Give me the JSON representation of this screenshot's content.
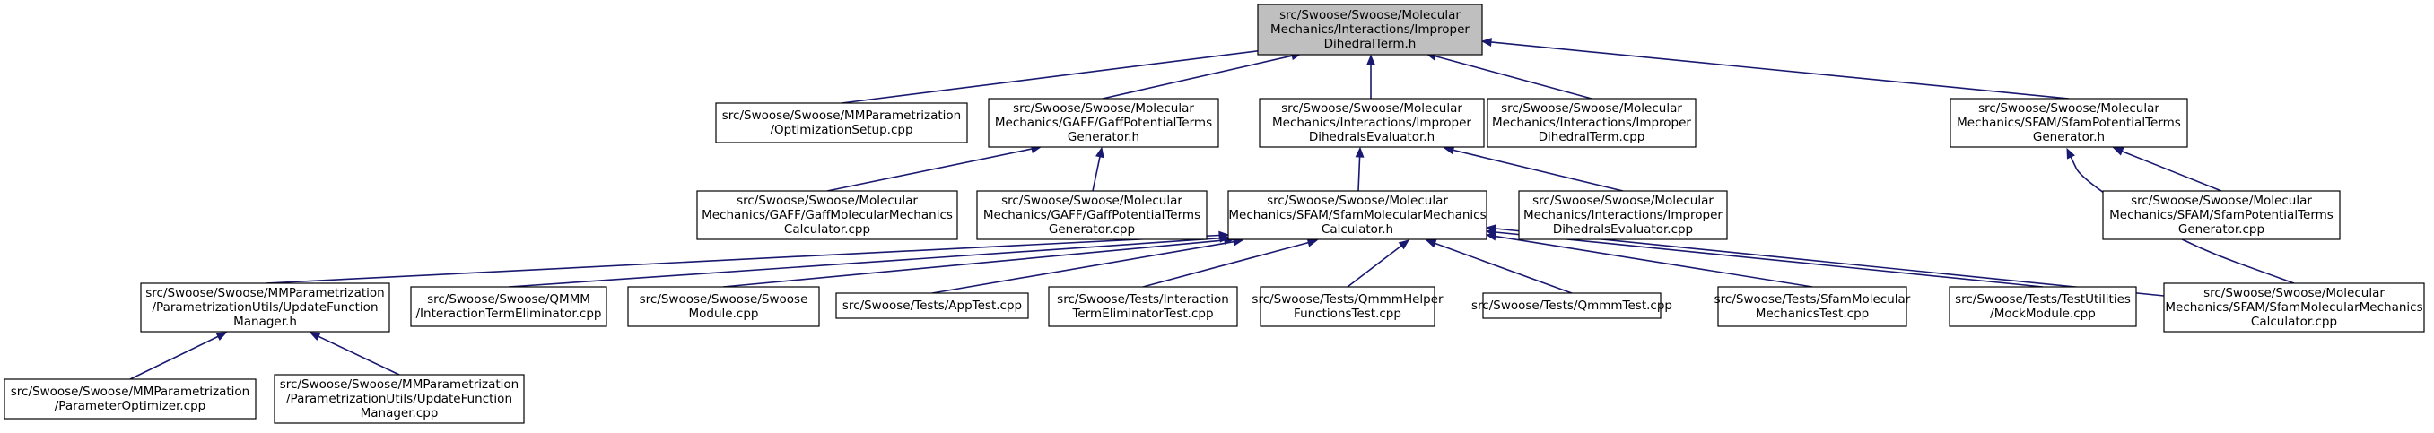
{
  "graph": {
    "colors": {
      "edge": "#191970",
      "root_fill": "#bfbfbf",
      "node_fill": "#ffffff",
      "border": "#000000"
    },
    "nodes": {
      "root": {
        "lines": [
          "src/Swoose/Swoose/Molecular",
          "Mechanics/Interactions/Improper",
          "DihedralTerm.h"
        ],
        "highlight": true
      },
      "optimization_setup": {
        "lines": [
          "src/Swoose/Swoose/MMParametrization",
          "/OptimizationSetup.cpp"
        ]
      },
      "gaff_terms_h": {
        "lines": [
          "src/Swoose/Swoose/Molecular",
          "Mechanics/GAFF/GaffPotentialTerms",
          "Generator.h"
        ]
      },
      "improper_eval_h": {
        "lines": [
          "src/Swoose/Swoose/Molecular",
          "Mechanics/Interactions/Improper",
          "DihedralsEvaluator.h"
        ]
      },
      "improper_term_cpp": {
        "lines": [
          "src/Swoose/Swoose/Molecular",
          "Mechanics/Interactions/Improper",
          "DihedralTerm.cpp"
        ]
      },
      "sfam_terms_h": {
        "lines": [
          "src/Swoose/Swoose/Molecular",
          "Mechanics/SFAM/SfamPotentialTerms",
          "Generator.h"
        ]
      },
      "gaff_calc_cpp": {
        "lines": [
          "src/Swoose/Swoose/Molecular",
          "Mechanics/GAFF/GaffMolecularMechanics",
          "Calculator.cpp"
        ]
      },
      "gaff_terms_cpp": {
        "lines": [
          "src/Swoose/Swoose/Molecular",
          "Mechanics/GAFF/GaffPotentialTerms",
          "Generator.cpp"
        ]
      },
      "sfam_calc_h": {
        "lines": [
          "src/Swoose/Swoose/Molecular",
          "Mechanics/SFAM/SfamMolecularMechanics",
          "Calculator.h"
        ]
      },
      "improper_eval_cpp": {
        "lines": [
          "src/Swoose/Swoose/Molecular",
          "Mechanics/Interactions/Improper",
          "DihedralsEvaluator.cpp"
        ]
      },
      "sfam_terms_cpp": {
        "lines": [
          "src/Swoose/Swoose/Molecular",
          "Mechanics/SFAM/SfamPotentialTerms",
          "Generator.cpp"
        ]
      },
      "update_fn_h": {
        "lines": [
          "src/Swoose/Swoose/MMParametrization",
          "/ParametrizationUtils/UpdateFunction",
          "Manager.h"
        ]
      },
      "qmmm_elim_cpp": {
        "lines": [
          "src/Swoose/Swoose/QMMM",
          "/InteractionTermEliminator.cpp"
        ]
      },
      "swoose_module_cpp": {
        "lines": [
          "src/Swoose/Swoose/Swoose",
          "Module.cpp"
        ]
      },
      "app_test_cpp": {
        "lines": [
          "src/Swoose/Tests/AppTest.cpp"
        ]
      },
      "elim_test_cpp": {
        "lines": [
          "src/Swoose/Tests/Interaction",
          "TermEliminatorTest.cpp"
        ]
      },
      "qmmm_helper_test_cpp": {
        "lines": [
          "src/Swoose/Tests/QmmmHelper",
          "FunctionsTest.cpp"
        ]
      },
      "qmmm_test_cpp": {
        "lines": [
          "src/Swoose/Tests/QmmmTest.cpp"
        ]
      },
      "sfam_mm_test_cpp": {
        "lines": [
          "src/Swoose/Tests/SfamMolecular",
          "MechanicsTest.cpp"
        ]
      },
      "mock_module_cpp": {
        "lines": [
          "src/Swoose/Tests/TestUtilities",
          "/MockModule.cpp"
        ]
      },
      "sfam_calc_cpp": {
        "lines": [
          "src/Swoose/Swoose/Molecular",
          "Mechanics/SFAM/SfamMolecularMechanics",
          "Calculator.cpp"
        ]
      },
      "param_optimizer_cpp": {
        "lines": [
          "src/Swoose/Swoose/MMParametrization",
          "/ParameterOptimizer.cpp"
        ]
      },
      "update_fn_cpp": {
        "lines": [
          "src/Swoose/Swoose/MMParametrization",
          "/ParametrizationUtils/UpdateFunction",
          "Manager.cpp"
        ]
      }
    }
  }
}
